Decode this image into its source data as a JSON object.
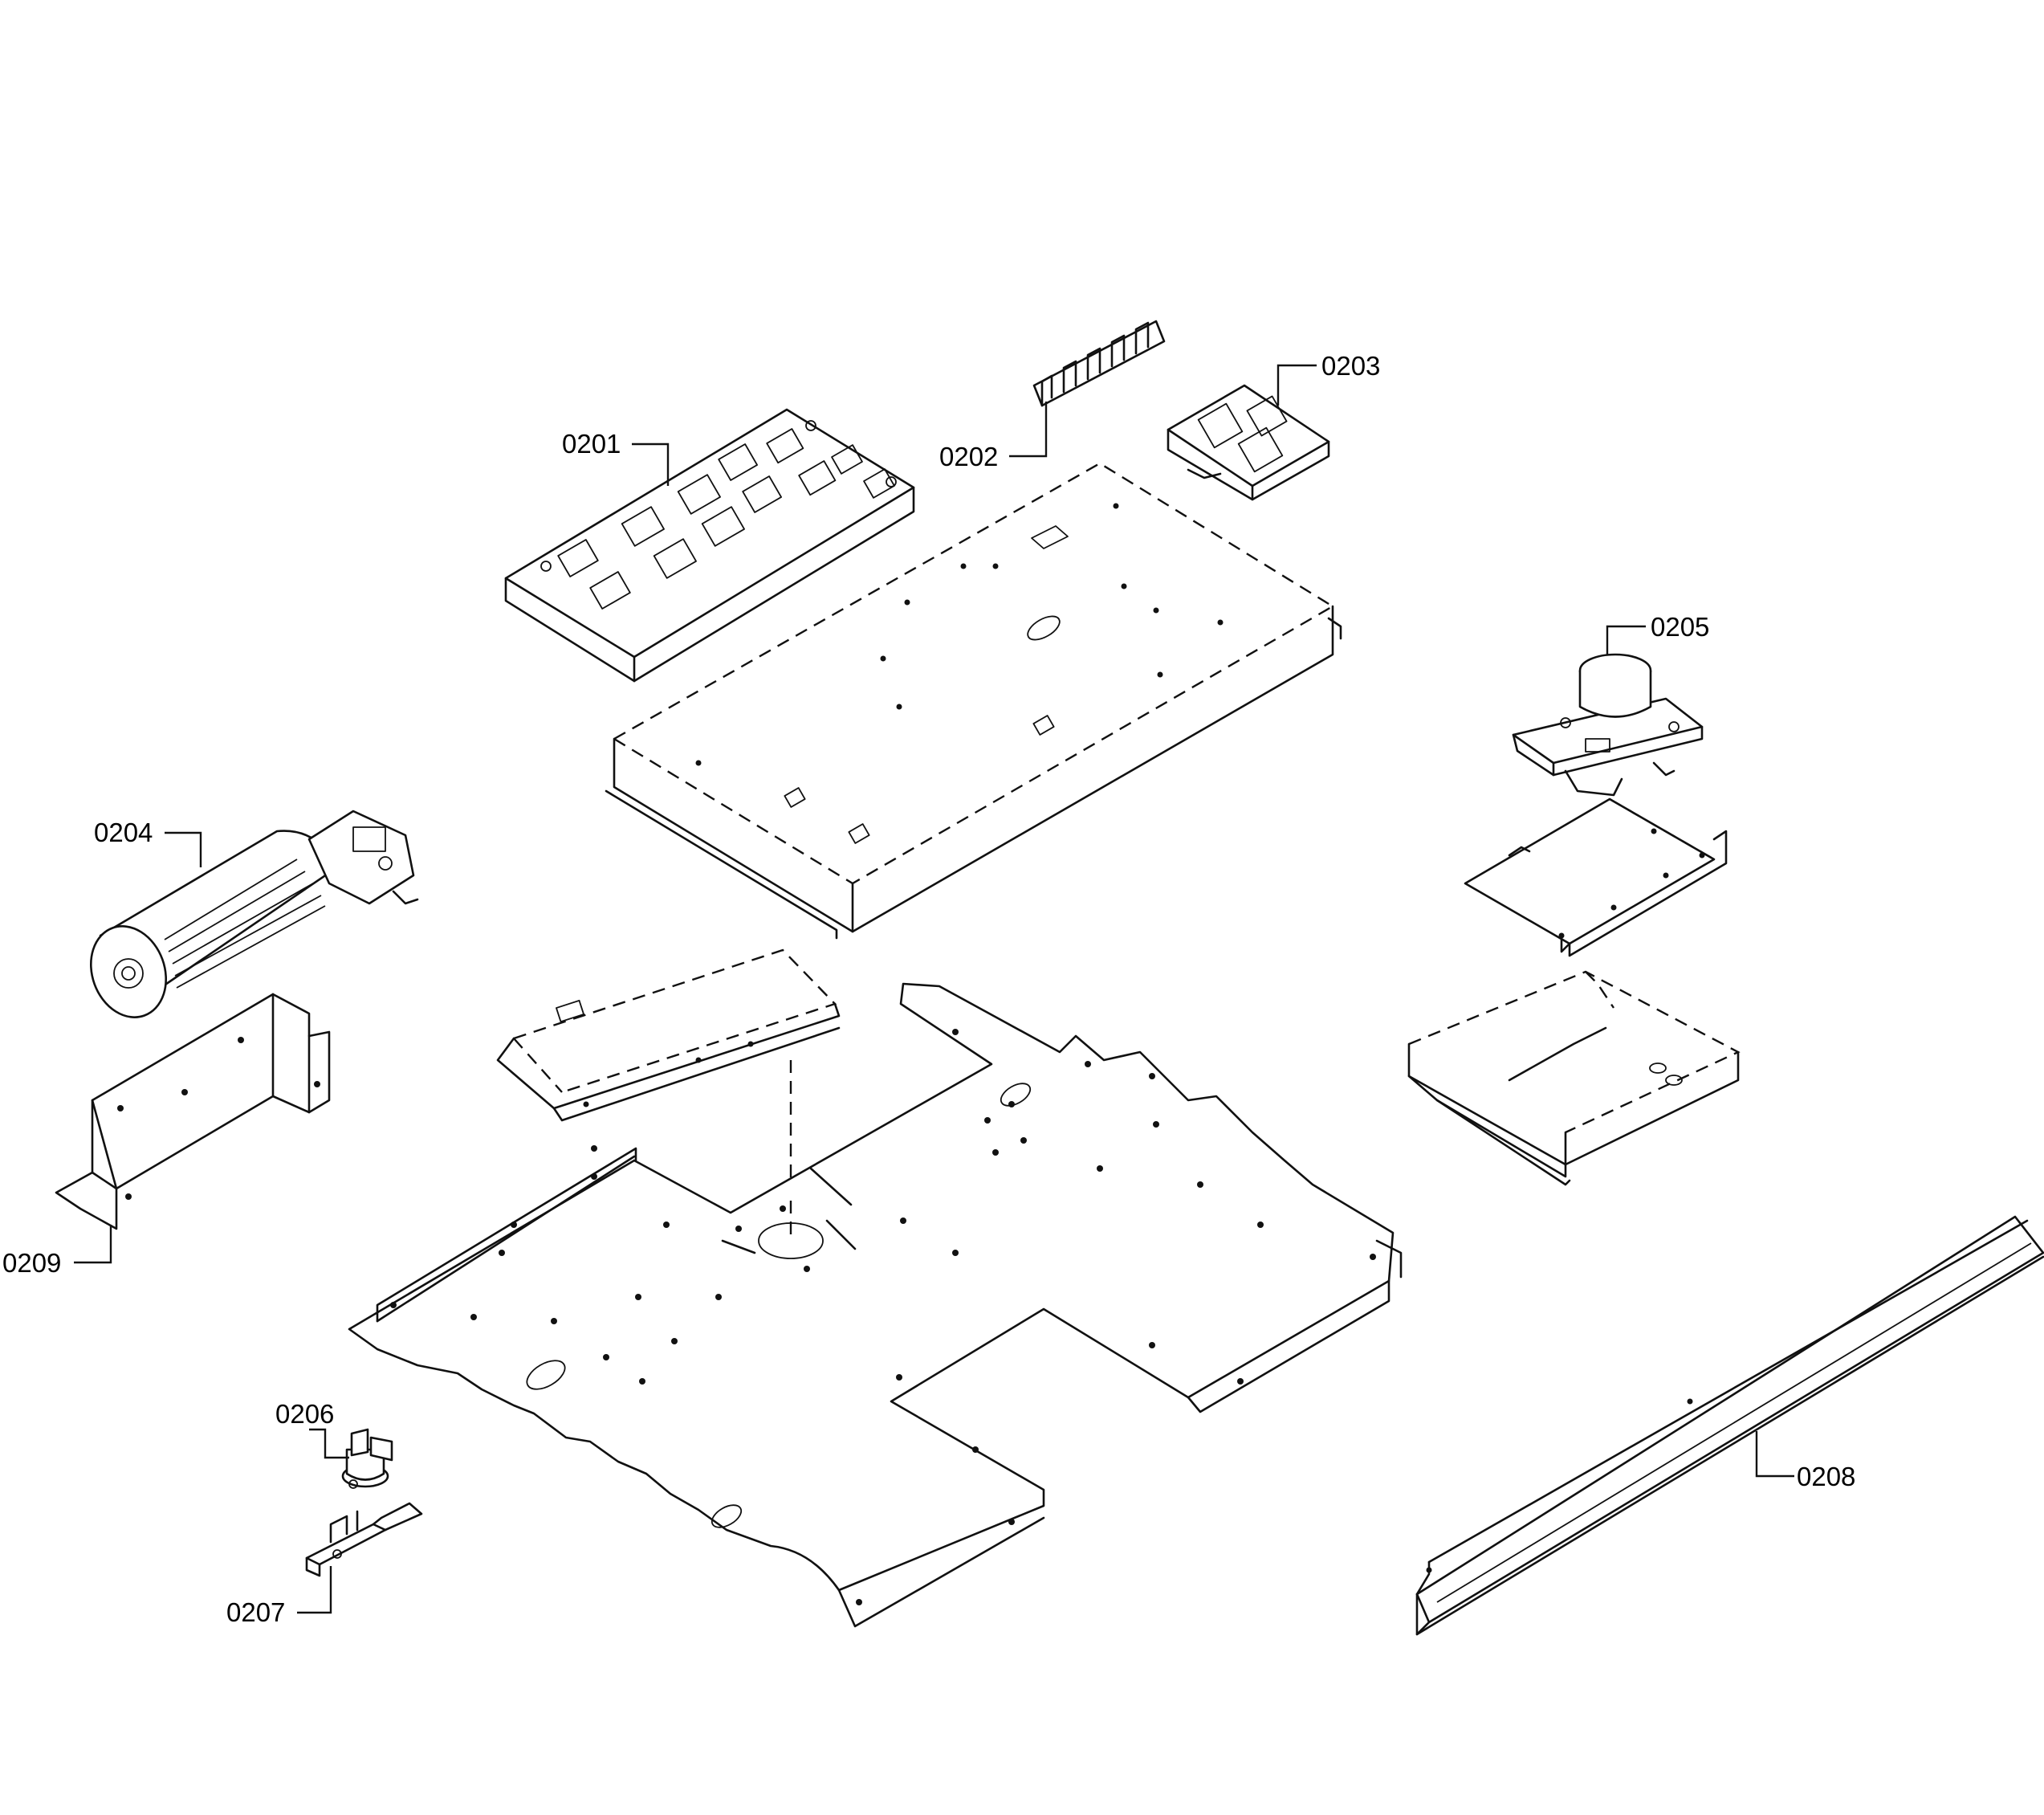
{
  "callouts": {
    "c0201": "0201",
    "c0202": "0202",
    "c0203": "0203",
    "c0204": "0204",
    "c0205": "0205",
    "c0206": "0206",
    "c0207": "0207",
    "c0208": "0208",
    "c0209": "0209"
  },
  "colors": {
    "ink": "#111111",
    "paper": "#ffffff"
  }
}
